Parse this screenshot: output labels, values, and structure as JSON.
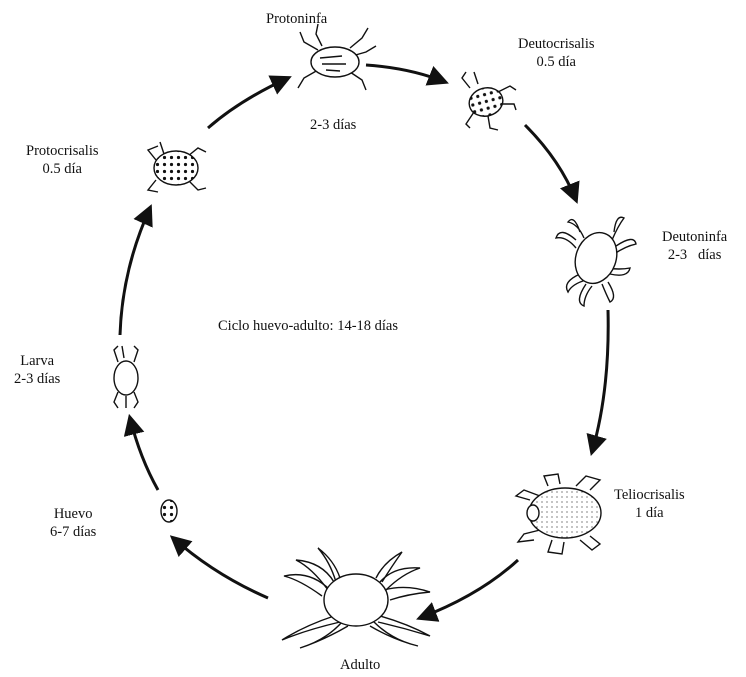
{
  "diagram": {
    "center_label": "Ciclo huevo-adulto: 14-18 días",
    "stages": [
      {
        "id": "protoninfa",
        "name": "Protoninfa",
        "duration": "2-3 días"
      },
      {
        "id": "deutocrisalis",
        "name": "Deutocrisalis",
        "duration": "0.5 día"
      },
      {
        "id": "deutoninfa",
        "name": "Deutoninfa",
        "duration": "2-3   días"
      },
      {
        "id": "teliocrisalis",
        "name": "Teliocrisalis",
        "duration": "1 día"
      },
      {
        "id": "adulto",
        "name": "Adulto",
        "duration": ""
      },
      {
        "id": "huevo",
        "name": "Huevo",
        "duration": "6-7 días"
      },
      {
        "id": "larva",
        "name": "Larva",
        "duration": "2-3 días"
      },
      {
        "id": "protocrisalis",
        "name": "Protocrisalis",
        "duration": "0.5 día"
      }
    ],
    "colors": {
      "ink": "#111111",
      "background": "#ffffff"
    }
  }
}
